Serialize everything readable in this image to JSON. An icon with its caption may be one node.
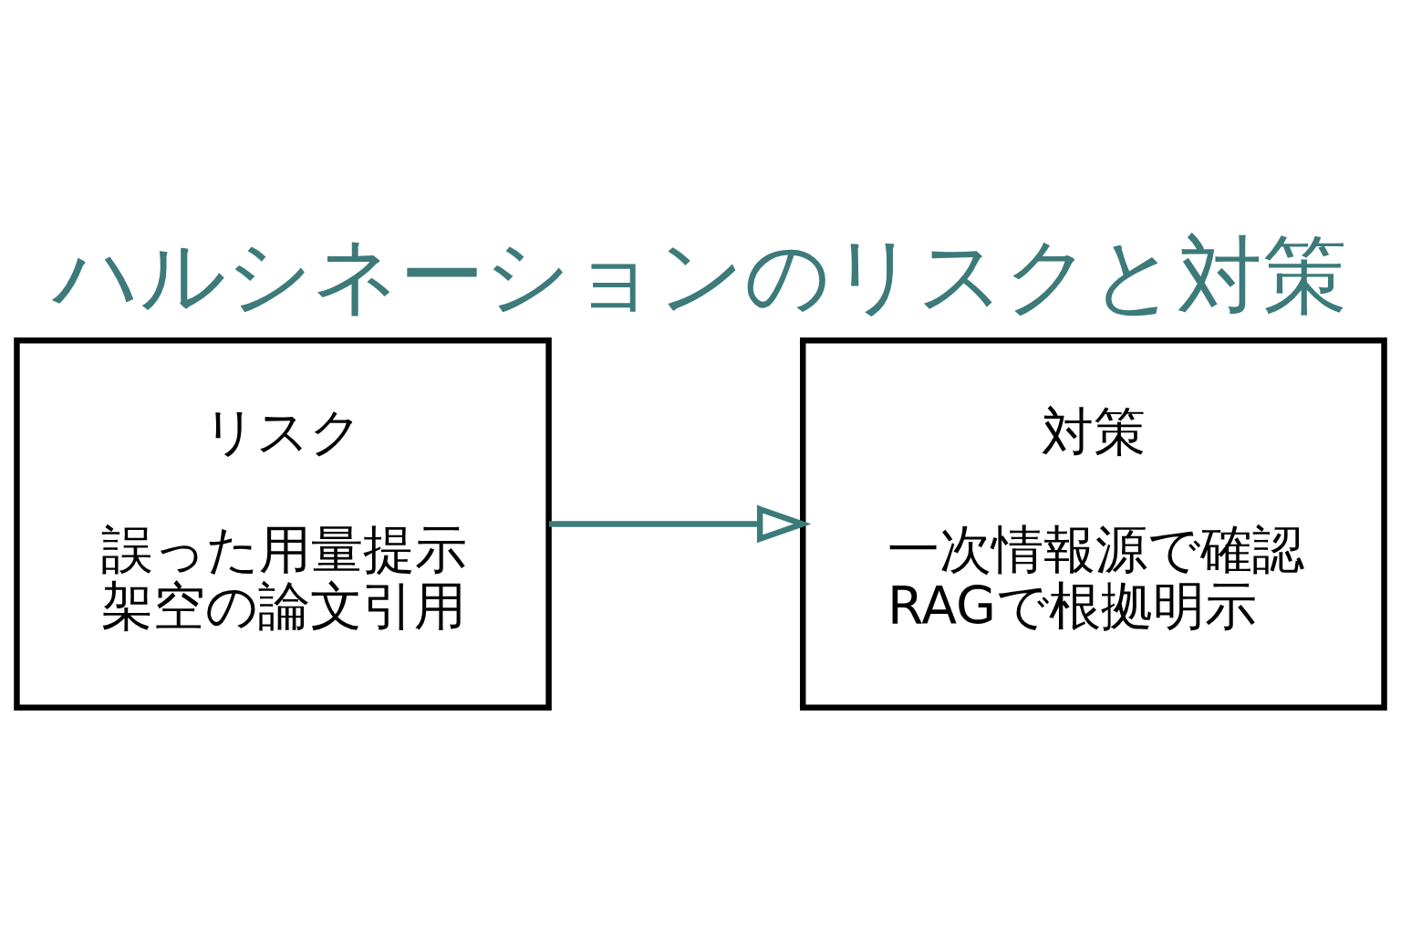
{
  "diagram": {
    "title": "ハルシネーションのリスクと対策",
    "nodes": [
      {
        "text": [
          "リスク",
          "誤った用量提示",
          "架空の論文引用"
        ]
      },
      {
        "text": [
          "対策",
          "一次情報源で確認",
          "RAGで根拠明示"
        ]
      }
    ],
    "edges": [
      {
        "from": 0,
        "to": 1,
        "arrow": "to",
        "color": "#3d7a7a"
      }
    ]
  }
}
